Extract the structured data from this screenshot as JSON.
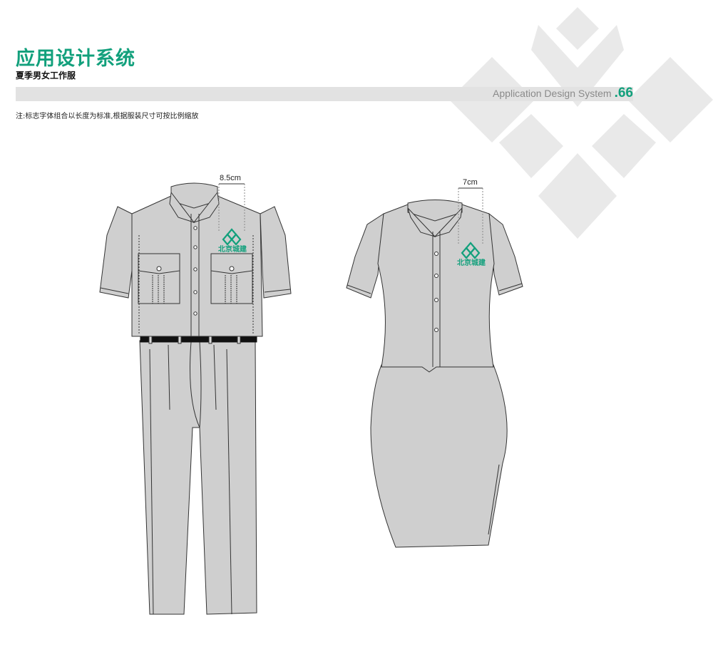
{
  "header": {
    "title": "应用设计系统",
    "subtitle": "夏季男女工作服"
  },
  "band": {
    "label": "Application Design System",
    "page_number": ".66"
  },
  "note": "注:标志字体组合以长度为标准,根据服装尺寸可按比例缩放",
  "garments": {
    "male": {
      "logo_width_label": "8.5cm",
      "logo_text": "北京城建"
    },
    "female": {
      "logo_width_label": "7cm",
      "logo_text": "北京城建"
    }
  },
  "colors": {
    "accent_green": "#12a07c",
    "garment_fill": "#cfcfcf",
    "band_gray": "#e2e2e2",
    "watermark_gray": "#e9e9e9"
  }
}
